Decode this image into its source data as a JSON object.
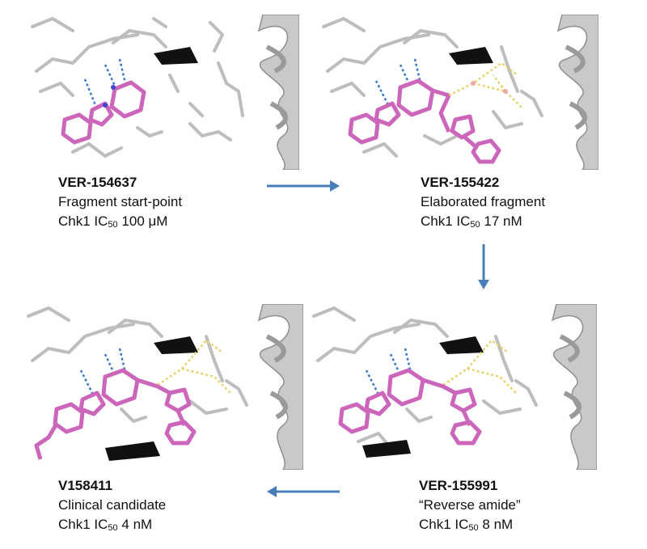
{
  "steps": [
    {
      "id": "VER-154637",
      "desc": "Fragment start-point",
      "assay_pre": "Chk1 IC",
      "assay_sub": "50",
      "value": "100 μM"
    },
    {
      "id": "VER-155422",
      "desc": "Elaborated fragment",
      "assay_pre": "Chk1 IC",
      "assay_sub": "50",
      "value": "17 nM"
    },
    {
      "id": "VER-155991",
      "desc": "“Reverse amide”",
      "assay_pre": "Chk1 IC",
      "assay_sub": "50",
      "value": "8 nM"
    },
    {
      "id": "V158411",
      "desc": "Clinical candidate",
      "assay_pre": "Chk1 IC",
      "assay_sub": "50",
      "value": "4 nM"
    }
  ],
  "colors": {
    "arrow": "#4a7ebb",
    "ligand": "#cc66bb",
    "protein": "#b8b8b8",
    "hbond_blue": "#3a78c8",
    "hbond_yellow": "#e8d36a"
  }
}
